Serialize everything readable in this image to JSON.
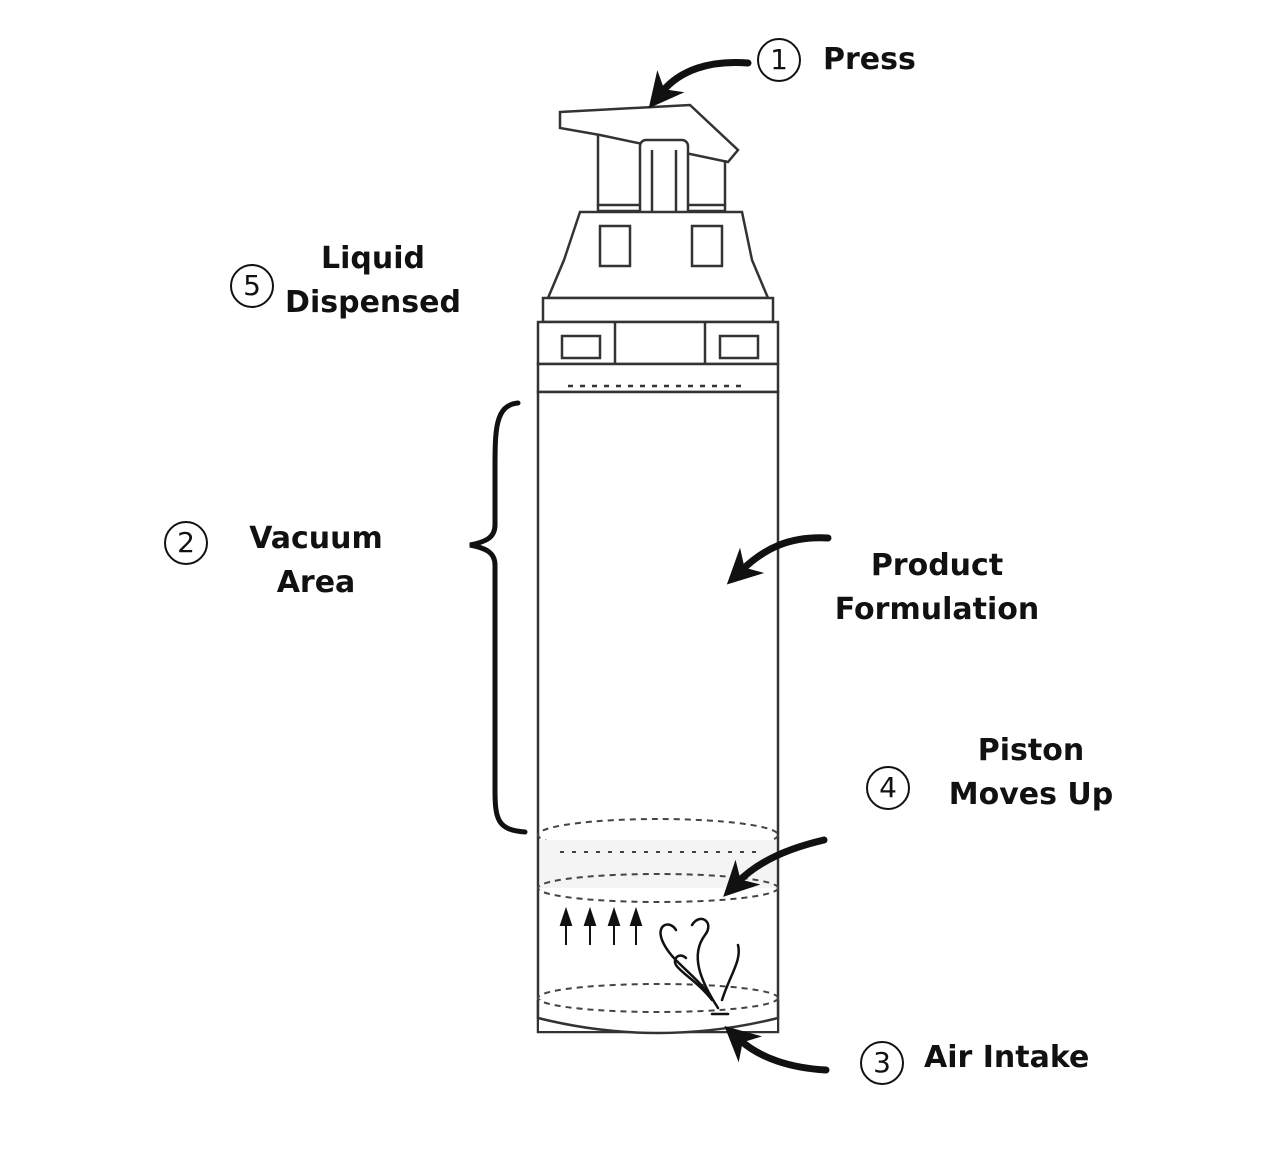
{
  "steps": [
    {
      "number": "1",
      "label_lines": [
        "Press"
      ]
    },
    {
      "number": "2",
      "label_lines": [
        "Vacuum",
        "Area"
      ]
    },
    {
      "number": "3",
      "label_lines": [
        "Air Intake"
      ]
    },
    {
      "number": "4",
      "label_lines": [
        "Piston",
        "Moves Up"
      ]
    },
    {
      "number": "5",
      "label_lines": [
        "Liquid",
        "Dispensed"
      ]
    }
  ],
  "product_label_lines": [
    "Product",
    "Formulation"
  ],
  "colors": {
    "line": "#111111",
    "bottle_outline": "#333333",
    "bottle_fill": "#ffffff",
    "piston_fill": "#f4f4f4"
  }
}
